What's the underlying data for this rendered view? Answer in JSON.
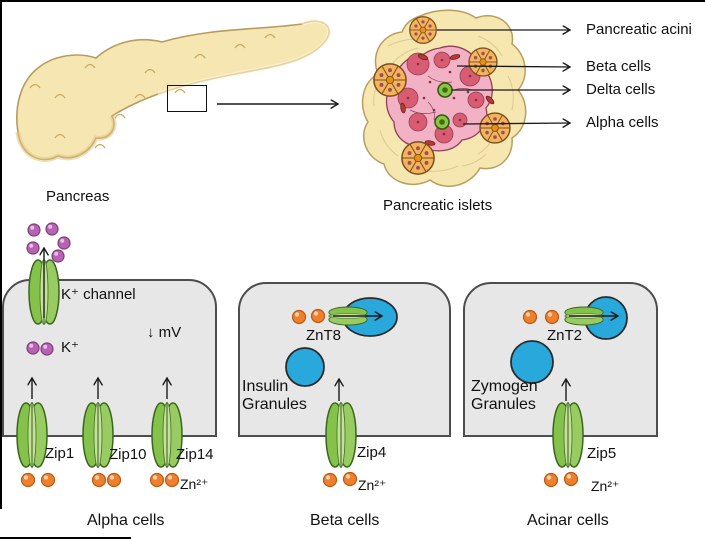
{
  "colors": {
    "cell_fill": "#e7e7e7",
    "membrane_gray": "#4d4d4d",
    "channel_green": "#85c24c",
    "ion_orange": "#ee7f2d",
    "ion_purple": "#b763b3",
    "granule_blue": "#29a8dc",
    "pancreas_tan": "#f6e7b2",
    "islet_pink": "#f3b1c6",
    "acinus_orange": "#f4b45a"
  },
  "pancreas": {
    "label": "Pancreas"
  },
  "islets": {
    "label": "Pancreatic islets",
    "callouts": [
      {
        "label": "Pancreatic acini"
      },
      {
        "label": "Beta cells"
      },
      {
        "label": "Delta cells"
      },
      {
        "label": "Alpha cells"
      }
    ]
  },
  "alpha": {
    "title": "Alpha cells",
    "k_channel": "K⁺ channel",
    "k_ion": "K⁺",
    "mv": "↓ mV",
    "zip1": "Zip1",
    "zip10": "Zip10",
    "zip14": "Zip14",
    "zn": "Zn²⁺"
  },
  "beta": {
    "title": "Beta cells",
    "znt": "ZnT8",
    "granule_line1": "Insulin",
    "granule_line2": "Granules",
    "zip": "Zip4",
    "zn": "Zn²⁺"
  },
  "acinar": {
    "title": "Acinar cells",
    "znt": "ZnT2",
    "granule_line1": "Zymogen",
    "granule_line2": "Granules",
    "zip": "Zip5",
    "zn": "Zn²⁺"
  }
}
